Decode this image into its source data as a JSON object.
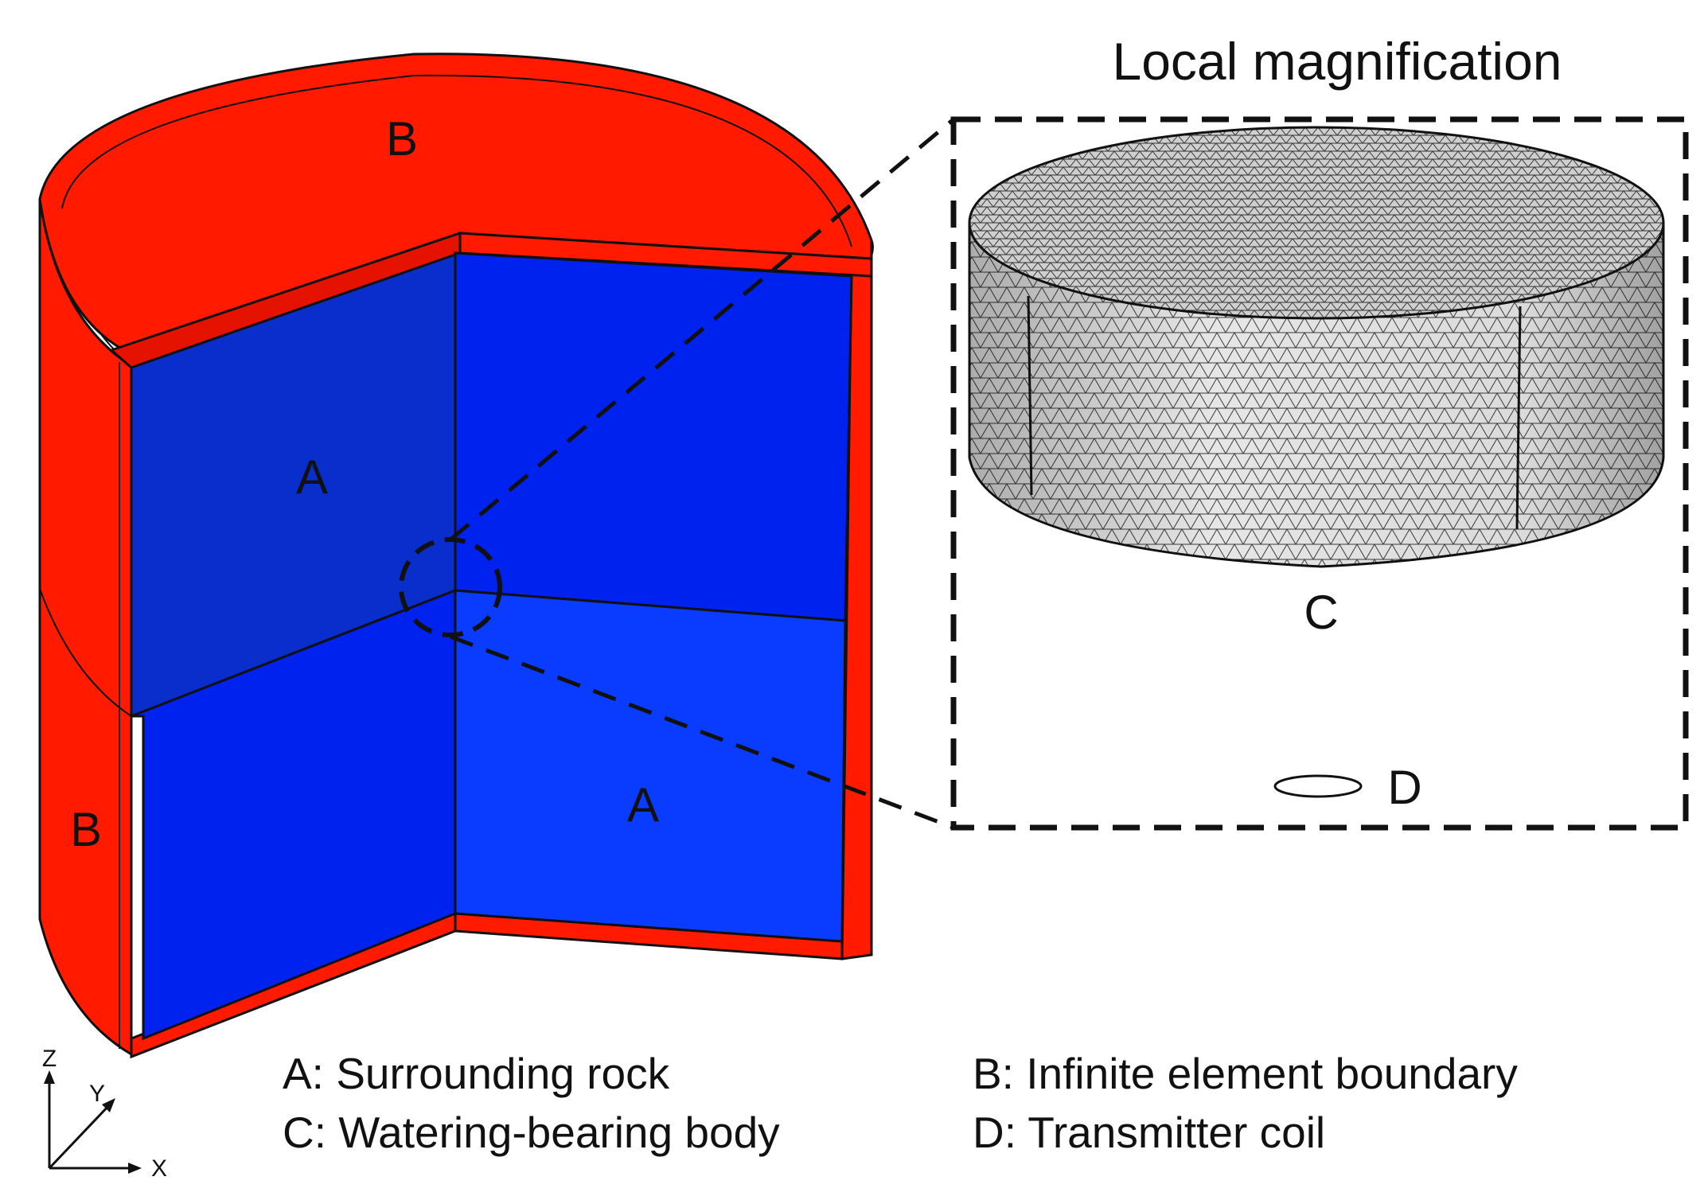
{
  "inset": {
    "title": "Local magnification",
    "label_c": "C",
    "label_d": "D"
  },
  "model": {
    "label_b_top": "B",
    "label_b_left": "B",
    "label_a_left": "A",
    "label_a_right": "A"
  },
  "legend": {
    "a": "A: Surrounding rock",
    "b": "B: Infinite element boundary",
    "c": "C: Watering-bearing body",
    "d": "D: Transmitter coil"
  },
  "axes": {
    "z": "Z",
    "y": "Y",
    "x": "X"
  },
  "colors": {
    "boundary_red": "#ff1a00",
    "rock_blue_dark": "#0a2ecc",
    "rock_blue_mid": "#0022ee",
    "rock_blue_light": "#0a3cff",
    "mesh_gray": "#dcdcdc",
    "line": "#111111"
  }
}
